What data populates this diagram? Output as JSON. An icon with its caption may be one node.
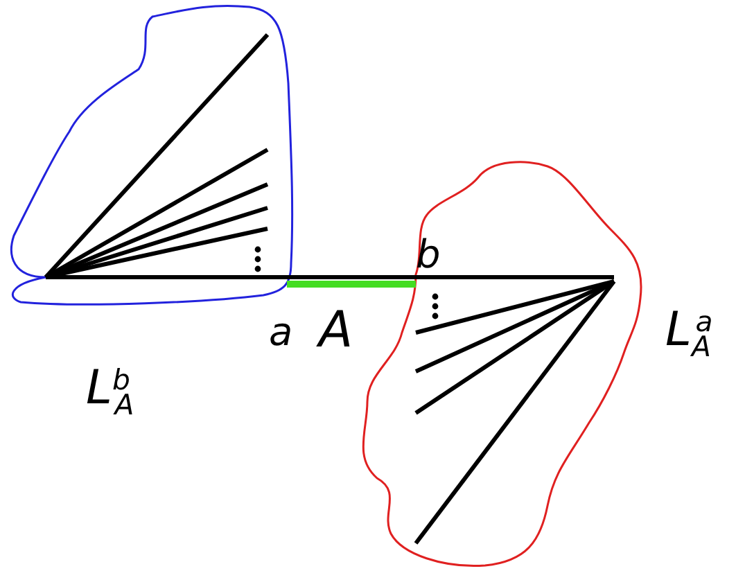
{
  "diagram": {
    "labels": [
      "b",
      "a",
      "A",
      "L$_{A}$$^{a}$",
      "L$^{b}$$_{A}$"
    ]
  }
}
